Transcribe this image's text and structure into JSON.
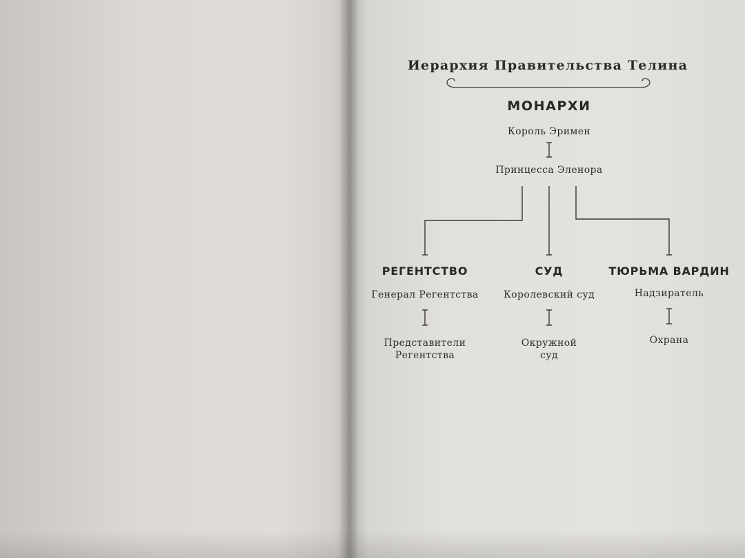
{
  "diagram": {
    "title": "Иерархия Правительства Телина",
    "top_group": {
      "label": "МОНАРХИ",
      "members": [
        "Король Эримен",
        "Принцесса Эленора"
      ]
    },
    "branches": [
      {
        "label": "РЕГЕНТСТВО",
        "head": "Генерал Регентства",
        "subordinate": [
          "Представители",
          "Регентства"
        ]
      },
      {
        "label": "СУД",
        "head": "Королевский суд",
        "subordinate": [
          "Окружной",
          "суд"
        ]
      },
      {
        "label": "ТЮРЬМА ВАРДИН",
        "head": "Надзиратель",
        "subordinate": [
          "Охрана"
        ]
      }
    ]
  }
}
